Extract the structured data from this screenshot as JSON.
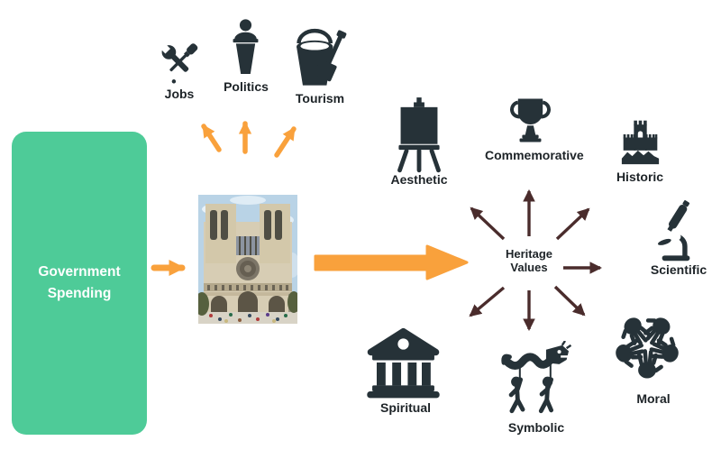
{
  "palette": {
    "green": "#4ecb98",
    "orange": "#f9a13c",
    "icon_dark": "#263238",
    "arrow_dark": "#4a2c2c",
    "text_dark": "#1d2327",
    "text_white": "#ffffff"
  },
  "source": {
    "label": "Government Spending"
  },
  "center": {
    "image_alt": "Notre-Dame Cathedral photograph"
  },
  "hub": {
    "line1": "Heritage",
    "line2": "Values"
  },
  "top_branches": [
    {
      "label": "Jobs",
      "icon": "tools-icon"
    },
    {
      "label": "Politics",
      "icon": "speaker-podium-icon"
    },
    {
      "label": "Tourism",
      "icon": "bucket-spade-icon"
    }
  ],
  "heritage_values": [
    {
      "label": "Aesthetic",
      "icon": "easel-icon"
    },
    {
      "label": "Commemorative",
      "icon": "trophy-icon"
    },
    {
      "label": "Historic",
      "icon": "castle-icon"
    },
    {
      "label": "Scientific",
      "icon": "microscope-icon"
    },
    {
      "label": "Moral",
      "icon": "hands-circle-icon"
    },
    {
      "label": "Symbolic",
      "icon": "dragon-dance-icon"
    },
    {
      "label": "Spiritual",
      "icon": "temple-icon"
    }
  ]
}
